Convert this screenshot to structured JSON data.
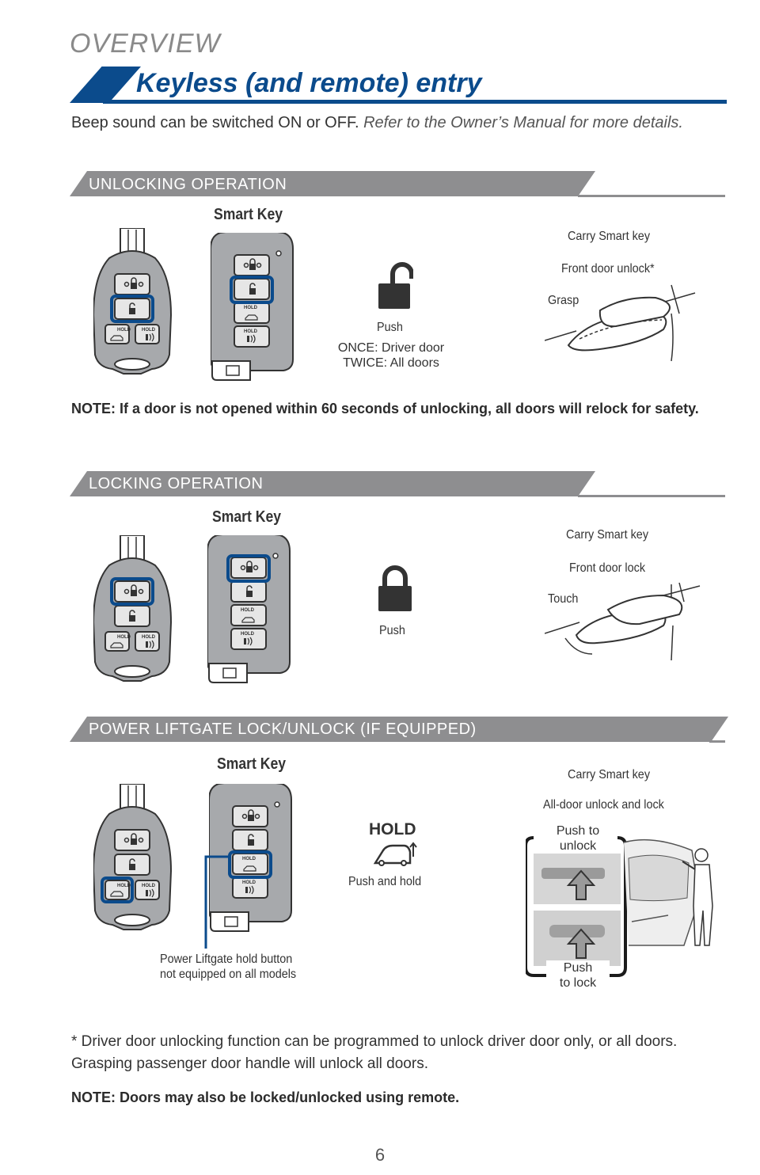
{
  "header": {
    "overview": "OVERVIEW",
    "title": "Keyless (and remote) entry",
    "intro_plain": "Beep sound can be switched ON or OFF.",
    "intro_italic": "Refer to the Owner’s Manual for more details."
  },
  "colors": {
    "brand_blue": "#0b4b8c",
    "section_gray": "#8e8e90",
    "key_gray": "#a7a9ac"
  },
  "sections": [
    {
      "heading": "UNLOCKING OPERATION",
      "smart_key_label": "Smart Key",
      "icon": "unlocked-padlock-icon",
      "push_label": "Push",
      "push_detail_1": "ONCE: Driver door",
      "push_detail_2": "TWICE: All doors",
      "carry_label": "Carry Smart key",
      "action_label": "Front door unlock*",
      "gesture_label": "Grasp"
    },
    {
      "heading": "LOCKING OPERATION",
      "smart_key_label": "Smart Key",
      "icon": "locked-padlock-icon",
      "push_label": "Push",
      "carry_label": "Carry Smart key",
      "action_label": "Front door lock",
      "gesture_label": "Touch"
    },
    {
      "heading": "POWER LIFTGATE LOCK/UNLOCK (IF EQUIPPED)",
      "smart_key_label": "Smart Key",
      "icon": "liftgate-hold-icon",
      "hold_label": "HOLD",
      "push_label": "Push and hold",
      "carry_label": "Carry Smart key",
      "action_label": "All-door unlock and lock",
      "push_unlock_1": "Push to",
      "push_unlock_2": "unlock",
      "push_lock_1": "Push",
      "push_lock_2": "to lock",
      "callout_1": "Power Liftgate hold button",
      "callout_2": "not equipped on all models"
    }
  ],
  "note_unlock_bold": "NOTE:",
  "note_unlock_text": "If a door is not opened within 60 seconds of unlocking, all doors will relock for safety.",
  "footnote": "* Driver door unlocking function can be programmed to unlock driver door only, or all doors. Grasping passenger door handle will unlock all doors.",
  "note_final": "NOTE: Doors may also be locked/unlocked using remote.",
  "key_button_label": "HOLD",
  "page_number": "6"
}
